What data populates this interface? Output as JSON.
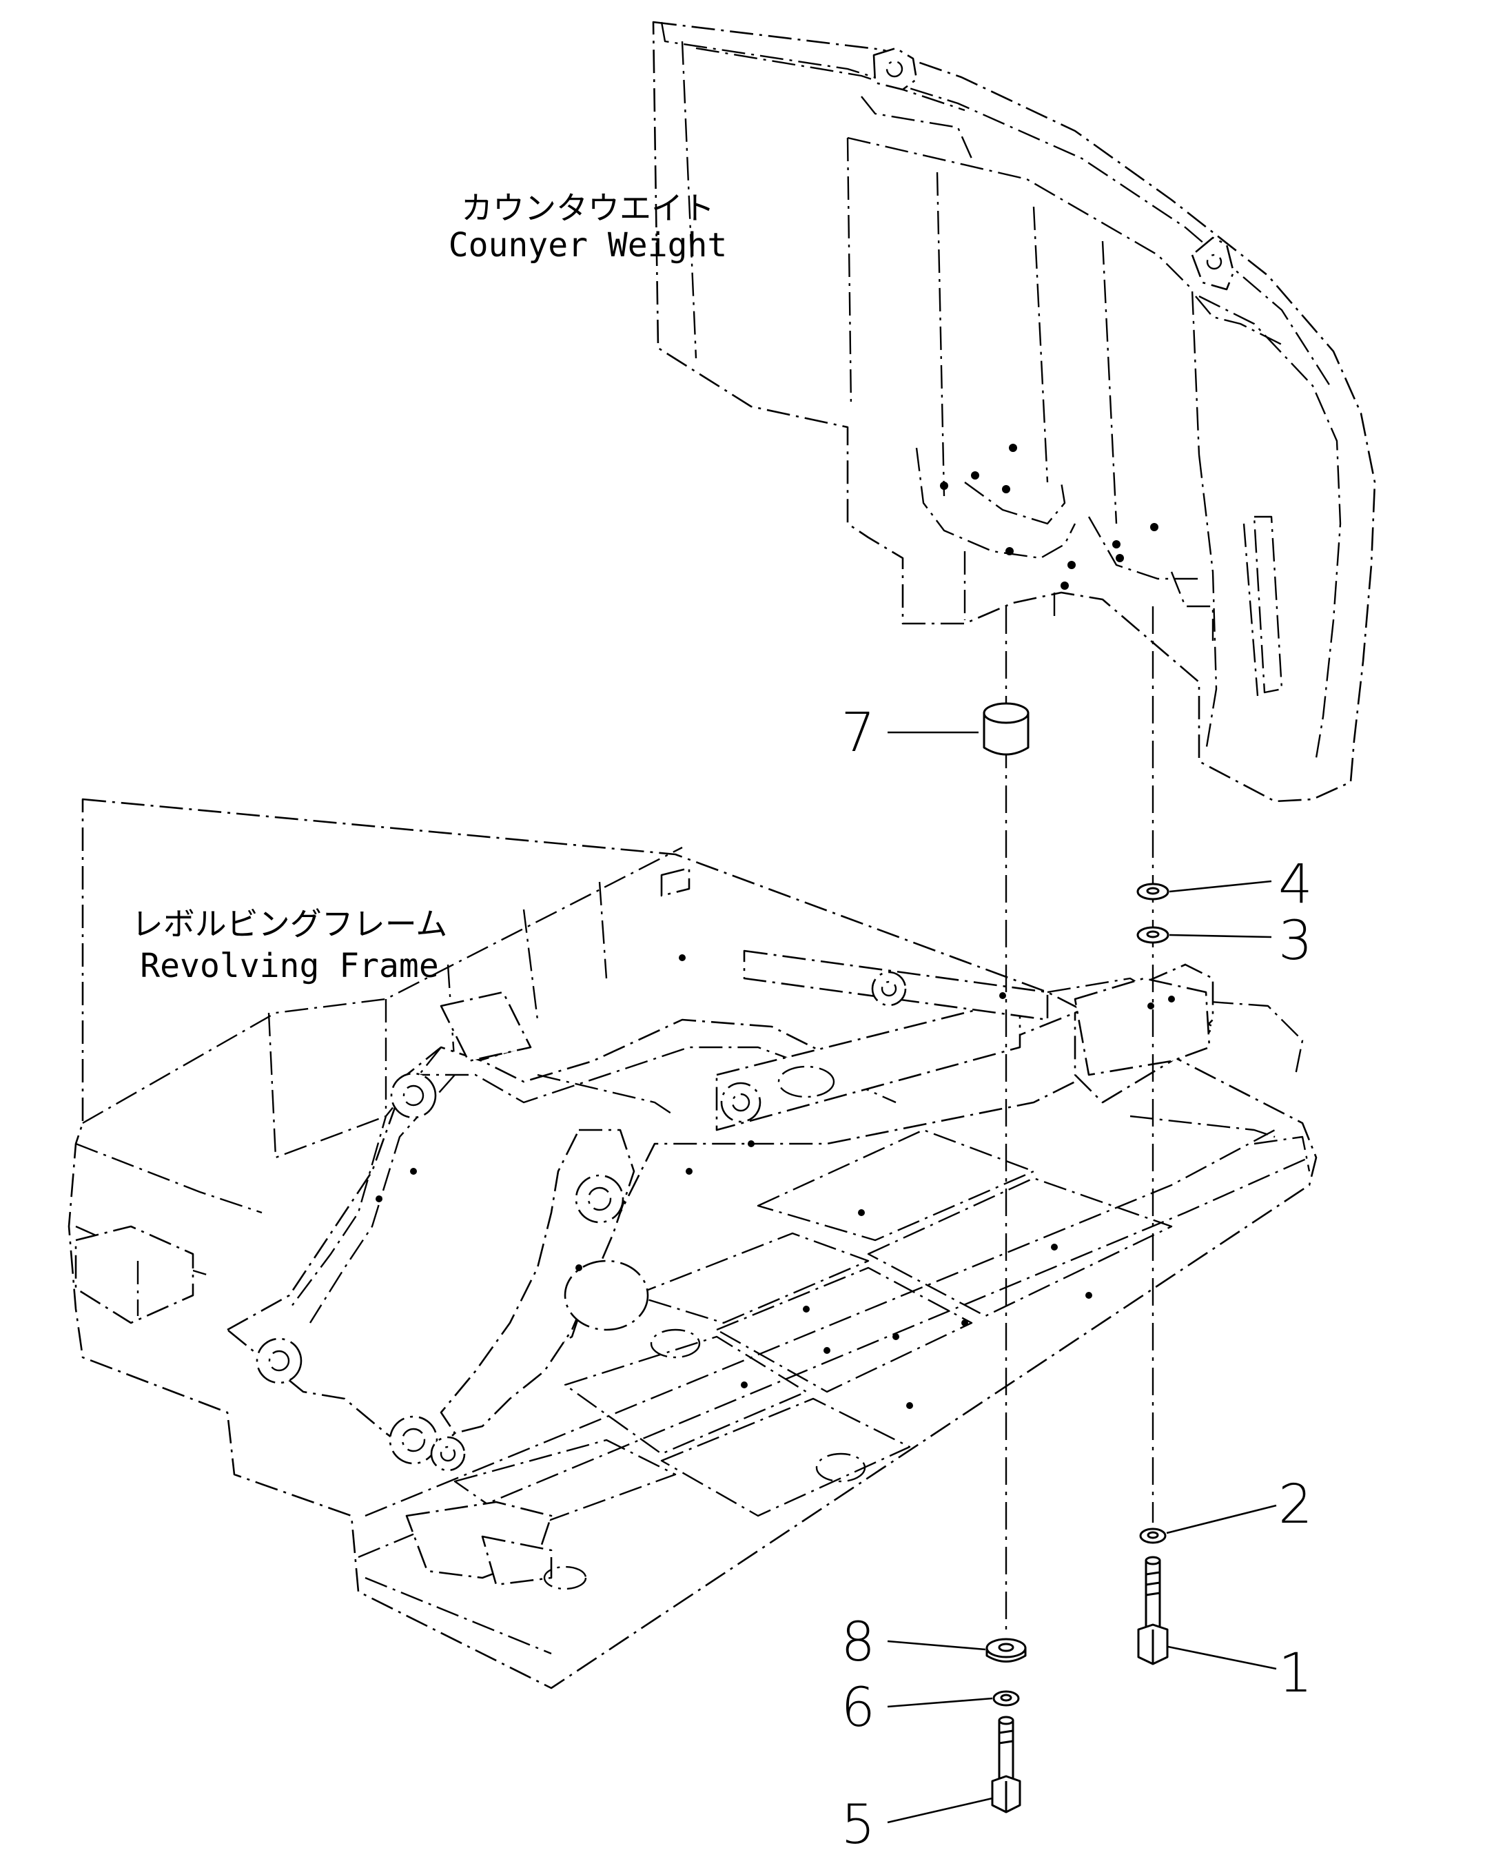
{
  "labels": {
    "counterweight_jp": "カウンタウエイト",
    "counterweight_en": "Counyer Weight",
    "revolving_frame_jp": "レボルビングフレーム",
    "revolving_frame_en": "Revolving Frame"
  },
  "callouts": [
    "1",
    "2",
    "3",
    "4",
    "5",
    "6",
    "7",
    "8"
  ]
}
